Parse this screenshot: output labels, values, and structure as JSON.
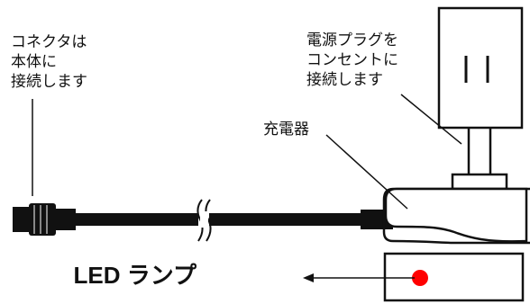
{
  "labels": {
    "connector": "コネクタは\n本体に\n接続します",
    "plug": "電源プラグを\nコンセントに\n接続します",
    "charger": "充電器",
    "led": "LED ランプ"
  },
  "colors": {
    "line": "#111111",
    "led_dot": "#ff0000",
    "background": "#ffffff"
  }
}
